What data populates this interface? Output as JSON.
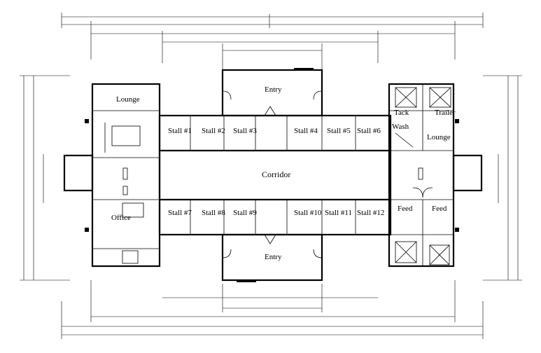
{
  "rooms": {
    "lounge_top": "Lounge",
    "entry_top": "Entry",
    "tack": "Tack",
    "trailer": "Trailer",
    "wash": "Wash",
    "lounge_right": "Lounge",
    "corridor": "Corridor",
    "office": "Office",
    "feed_left": "Feed",
    "feed_right": "Feed",
    "entry_bottom": "Entry"
  },
  "stalls_top": [
    "Stall #1",
    "Stall #2",
    "Stall #3",
    "Stall #4",
    "Stall #5",
    "Stall #6"
  ],
  "stalls_bottom": [
    "Stall #7",
    "Stall #8",
    "Stall #9",
    "Stall #10",
    "Stall #11",
    "Stall #12"
  ]
}
